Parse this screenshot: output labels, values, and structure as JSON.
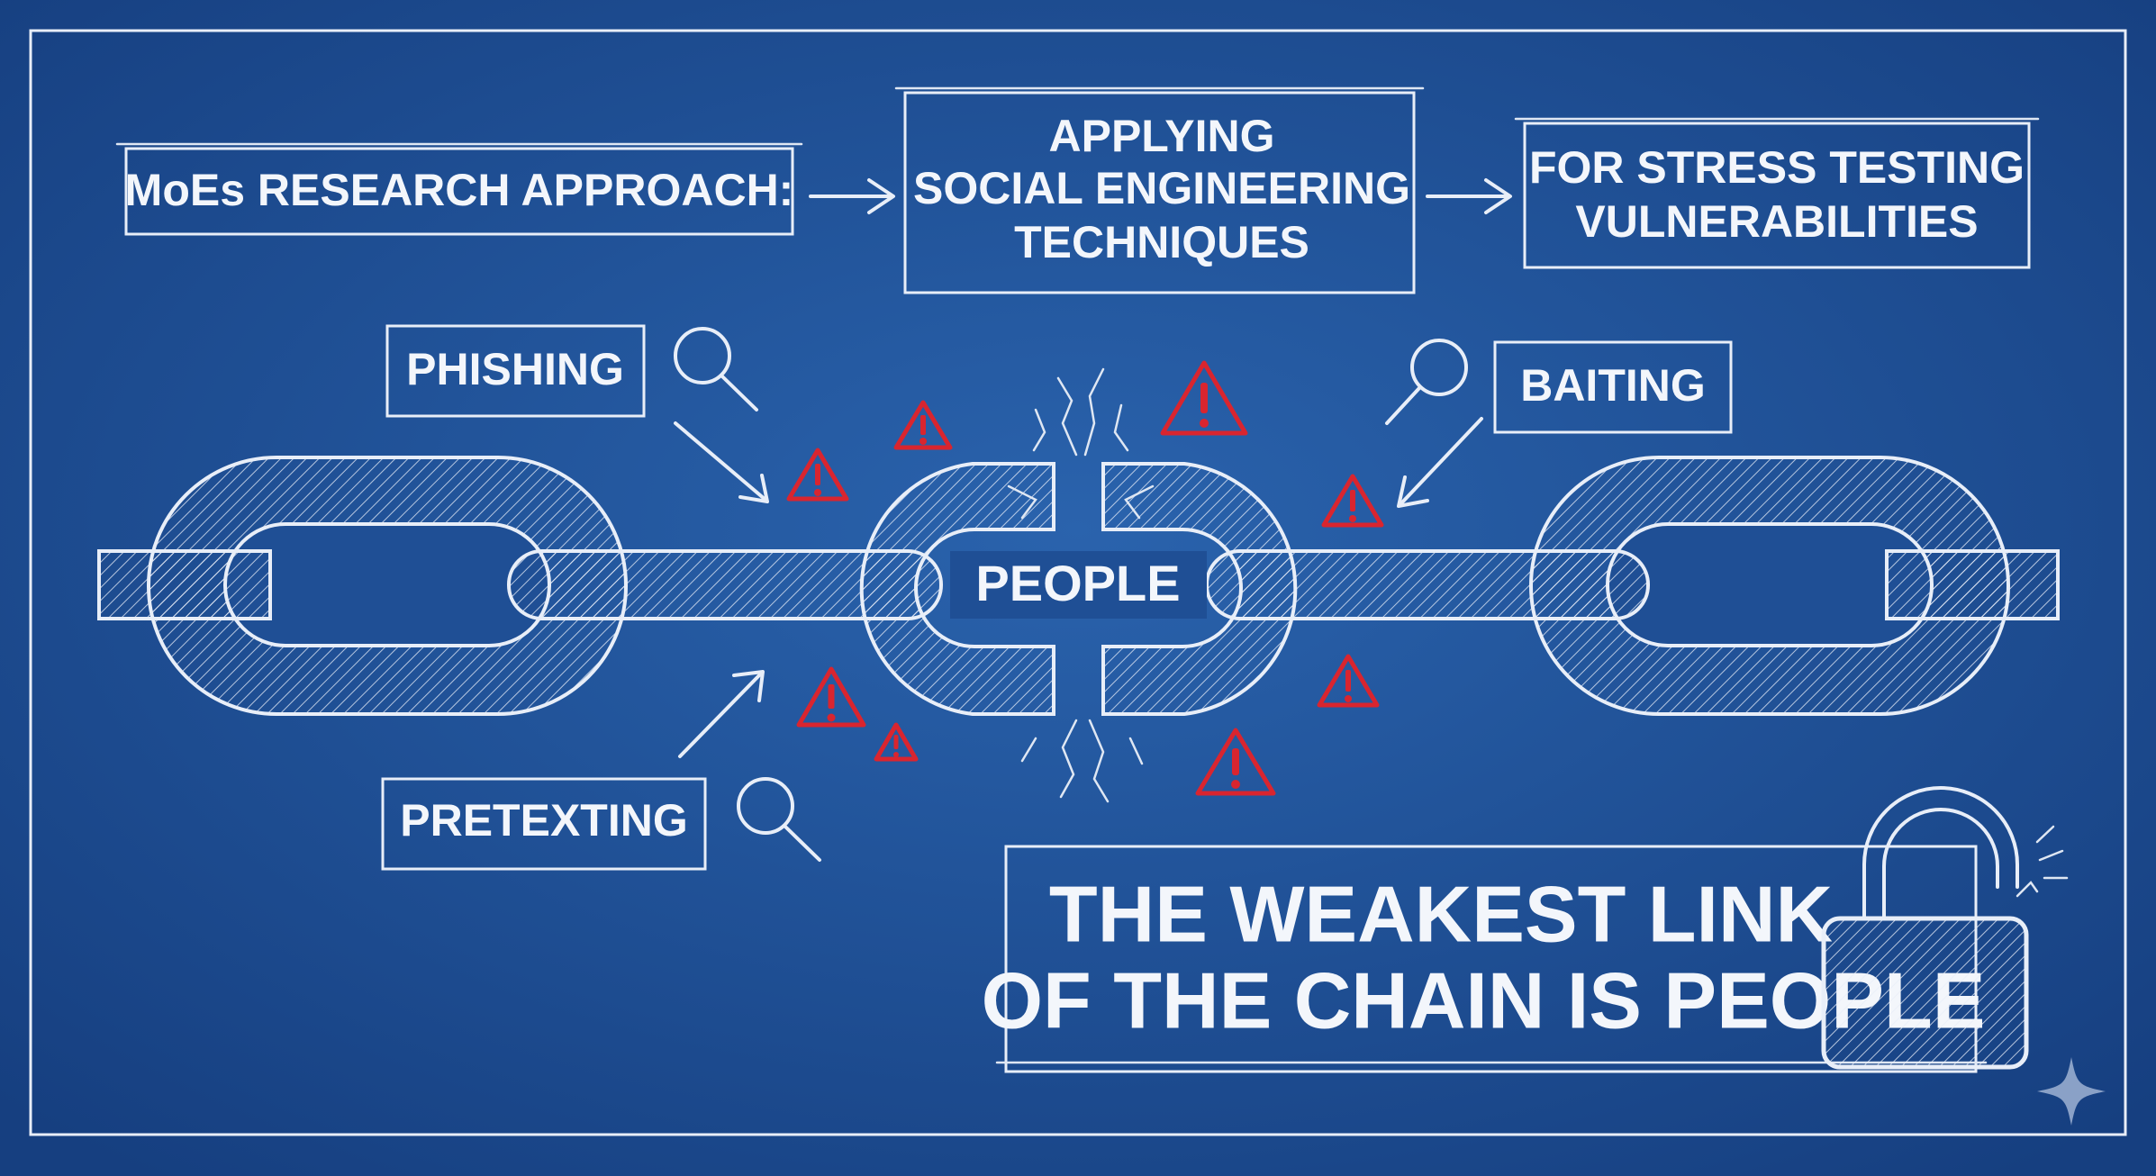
{
  "colors": {
    "background": "#1f4f95",
    "line": "#e8eef8",
    "warning": "#d9252f"
  },
  "flow": {
    "step1": "MoEs RESEARCH APPROACH:",
    "step2_line1": "APPLYING",
    "step2_line2": "SOCIAL ENGINEERING",
    "step2_line3": "TECHNIQUES",
    "step3_line1": "FOR STRESS TESTING",
    "step3_line2": "VULNERABILITIES"
  },
  "techniques": {
    "phishing": "PHISHING",
    "baiting": "BAITING",
    "pretexting": "PRETEXTING"
  },
  "chain": {
    "center_label": "PEOPLE"
  },
  "conclusion": {
    "line1": "THE WEAKEST LINK",
    "line2": "OF THE CHAIN IS PEOPLE"
  },
  "icons": [
    "magnifier-icon",
    "warning-icon",
    "open-padlock-icon",
    "sparkle-icon",
    "arrow-right-icon"
  ]
}
